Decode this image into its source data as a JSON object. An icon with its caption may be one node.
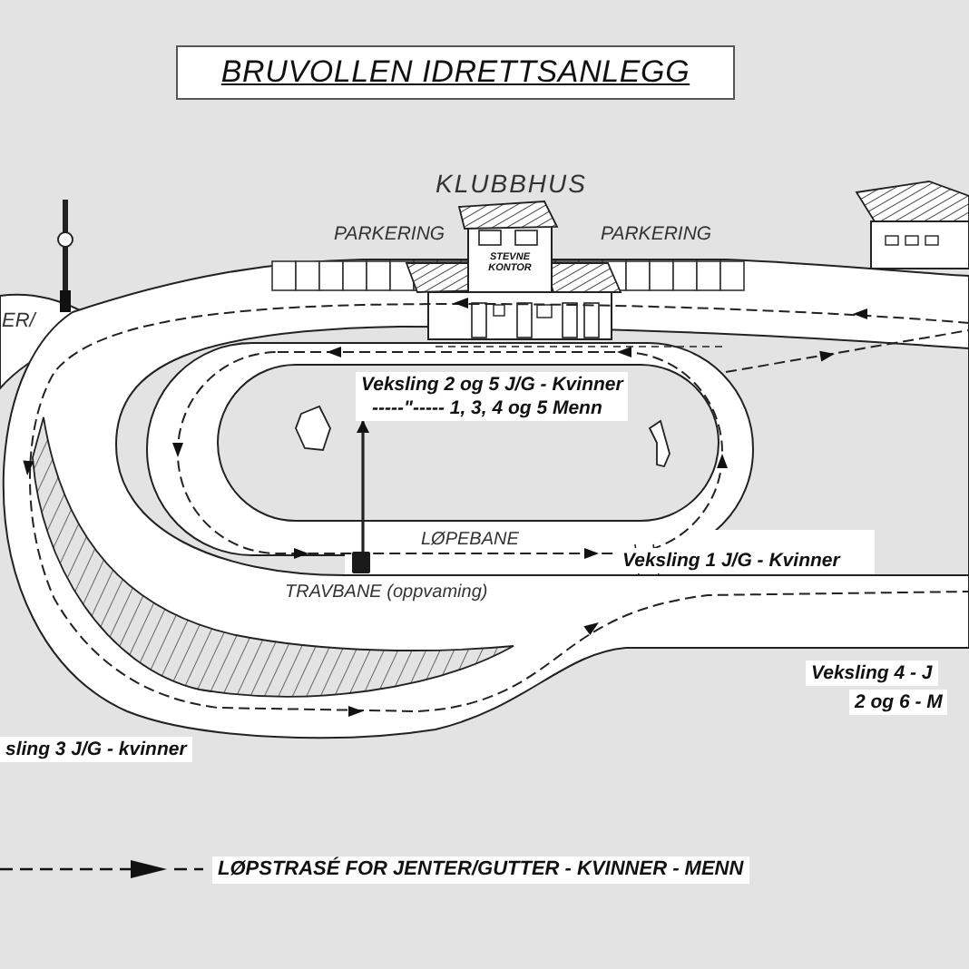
{
  "diagram": {
    "title": "BRUVOLLEN IDRETTSANLEGG",
    "nodes": [
      {
        "text": [
          "Veksling 2 og 5 J/G - Kvinner",
          "-----\"----- 1, 3, 4 og 5 Menn"
        ]
      },
      {
        "text": [],
        "shape": "bar"
      }
    ],
    "edges": [
      {
        "from": 1,
        "to": 0,
        "arrow": "to"
      }
    ],
    "labels": [
      "KLUBBHUS",
      "PARKERING",
      "PARKERING",
      "STEVNE KONTOR",
      "ER/",
      "LØPEBANE",
      "Veksling 1 J/G - Kvinner",
      "TRAVBANE (oppvaming)",
      "Veksling 4 - J",
      "2 og 6 - M",
      "sling 3 J/G - kvinner"
    ],
    "legend": [
      {
        "text": "LØPSTRASÉ FOR JENTER/GUTTER - KVINNER - MENN"
      }
    ]
  }
}
